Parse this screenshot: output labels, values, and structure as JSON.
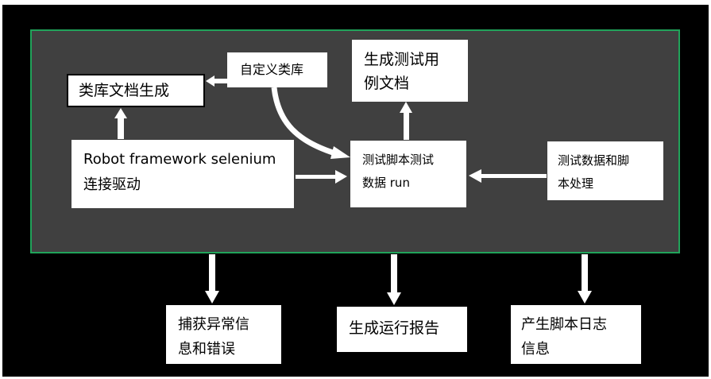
{
  "diagram": {
    "nodes": {
      "custom_library": {
        "line1": "自定义类库"
      },
      "library_doc": {
        "line1": "类库文档生成"
      },
      "test_case_doc": {
        "line1": "生成测试用",
        "line2": "例文档"
      },
      "robot_driver": {
        "line1": "Robot framework selenium",
        "line2": "连接驱动"
      },
      "test_run": {
        "line1": "测试脚本测试",
        "line2": "数据 run"
      },
      "data_processing": {
        "line1": "测试数据和脚",
        "line2": "本处理"
      },
      "exception_info": {
        "line1": "捕获异常信",
        "line2": "息和错误"
      },
      "run_report": {
        "line1": "生成运行报告"
      },
      "script_log": {
        "line1": "产生脚本日志",
        "line2": "信息"
      }
    },
    "colors": {
      "background": "#000000",
      "panel": "#404040",
      "panel_border": "#21a35a",
      "box": "#ffffff",
      "arrow": "#ffffff"
    }
  }
}
